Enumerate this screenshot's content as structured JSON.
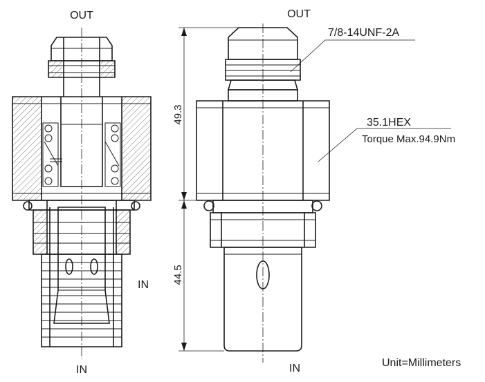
{
  "labels": {
    "left_out": "OUT",
    "left_in": "IN",
    "right_out": "OUT",
    "right_in": "IN",
    "thread_spec": "7/8-14UNF-2A",
    "hex_size": "35.1HEX",
    "torque": "Torque Max.94.9Nm",
    "dim_upper": "49.3",
    "dim_lower": "44.5",
    "units": "Unit=Millimeters"
  },
  "colors": {
    "line": "#1a1a1a",
    "background": "#ffffff"
  }
}
